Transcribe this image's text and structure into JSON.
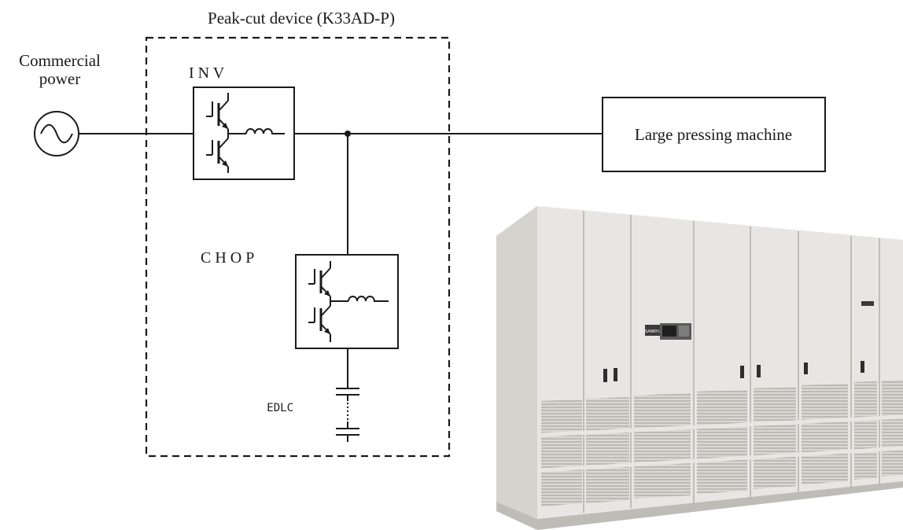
{
  "diagram": {
    "device_title": "Peak-cut device (K33AD-P)",
    "source_label_line1": "Commercial",
    "source_label_line2": "power",
    "inv_label": "I N V",
    "chop_label": "C H O P",
    "edlc_label": "EDLC",
    "load_label": "Large pressing machine"
  },
  "cabinet_photo": {
    "panel_badge": "SANRYU"
  },
  "colors": {
    "line": "#1a1a1a",
    "cabinet_face": "#e7e6e2",
    "cabinet_shadow": "#cfcdc8",
    "background": "#ffffff"
  }
}
